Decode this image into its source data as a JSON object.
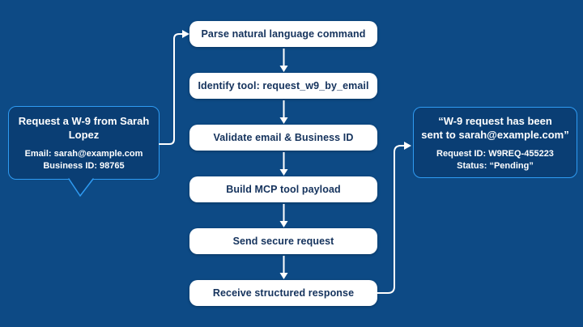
{
  "diagram": {
    "description": "MCP W-9 request flow diagram",
    "colors": {
      "background": "#0d4a85",
      "bubble_fill": "#0a3e74",
      "bubble_border": "#2f9bf2",
      "box_fill": "#ffffff",
      "box_text": "#14325c",
      "connector": "#ffffff"
    }
  },
  "flow": {
    "steps": [
      {
        "label": "Parse natural language command"
      },
      {
        "label": "Identify tool: request_w9_by_email"
      },
      {
        "label": "Validate email & Business ID"
      },
      {
        "label": "Build MCP tool payload"
      },
      {
        "label": "Send secure request"
      },
      {
        "label": "Receive structured response"
      }
    ]
  },
  "left_bubble": {
    "title_lines": [
      "Request a W-9 from Sarah",
      "Lopez"
    ],
    "detail_lines": [
      "Email: sarah@example.com",
      "Business ID: 98765"
    ]
  },
  "right_bubble": {
    "title_lines": [
      "“W-9 request has been",
      "sent to sarah@example.com”"
    ],
    "detail_lines": [
      "Request ID: W9REQ-455223",
      "Status: “Pending”"
    ]
  }
}
